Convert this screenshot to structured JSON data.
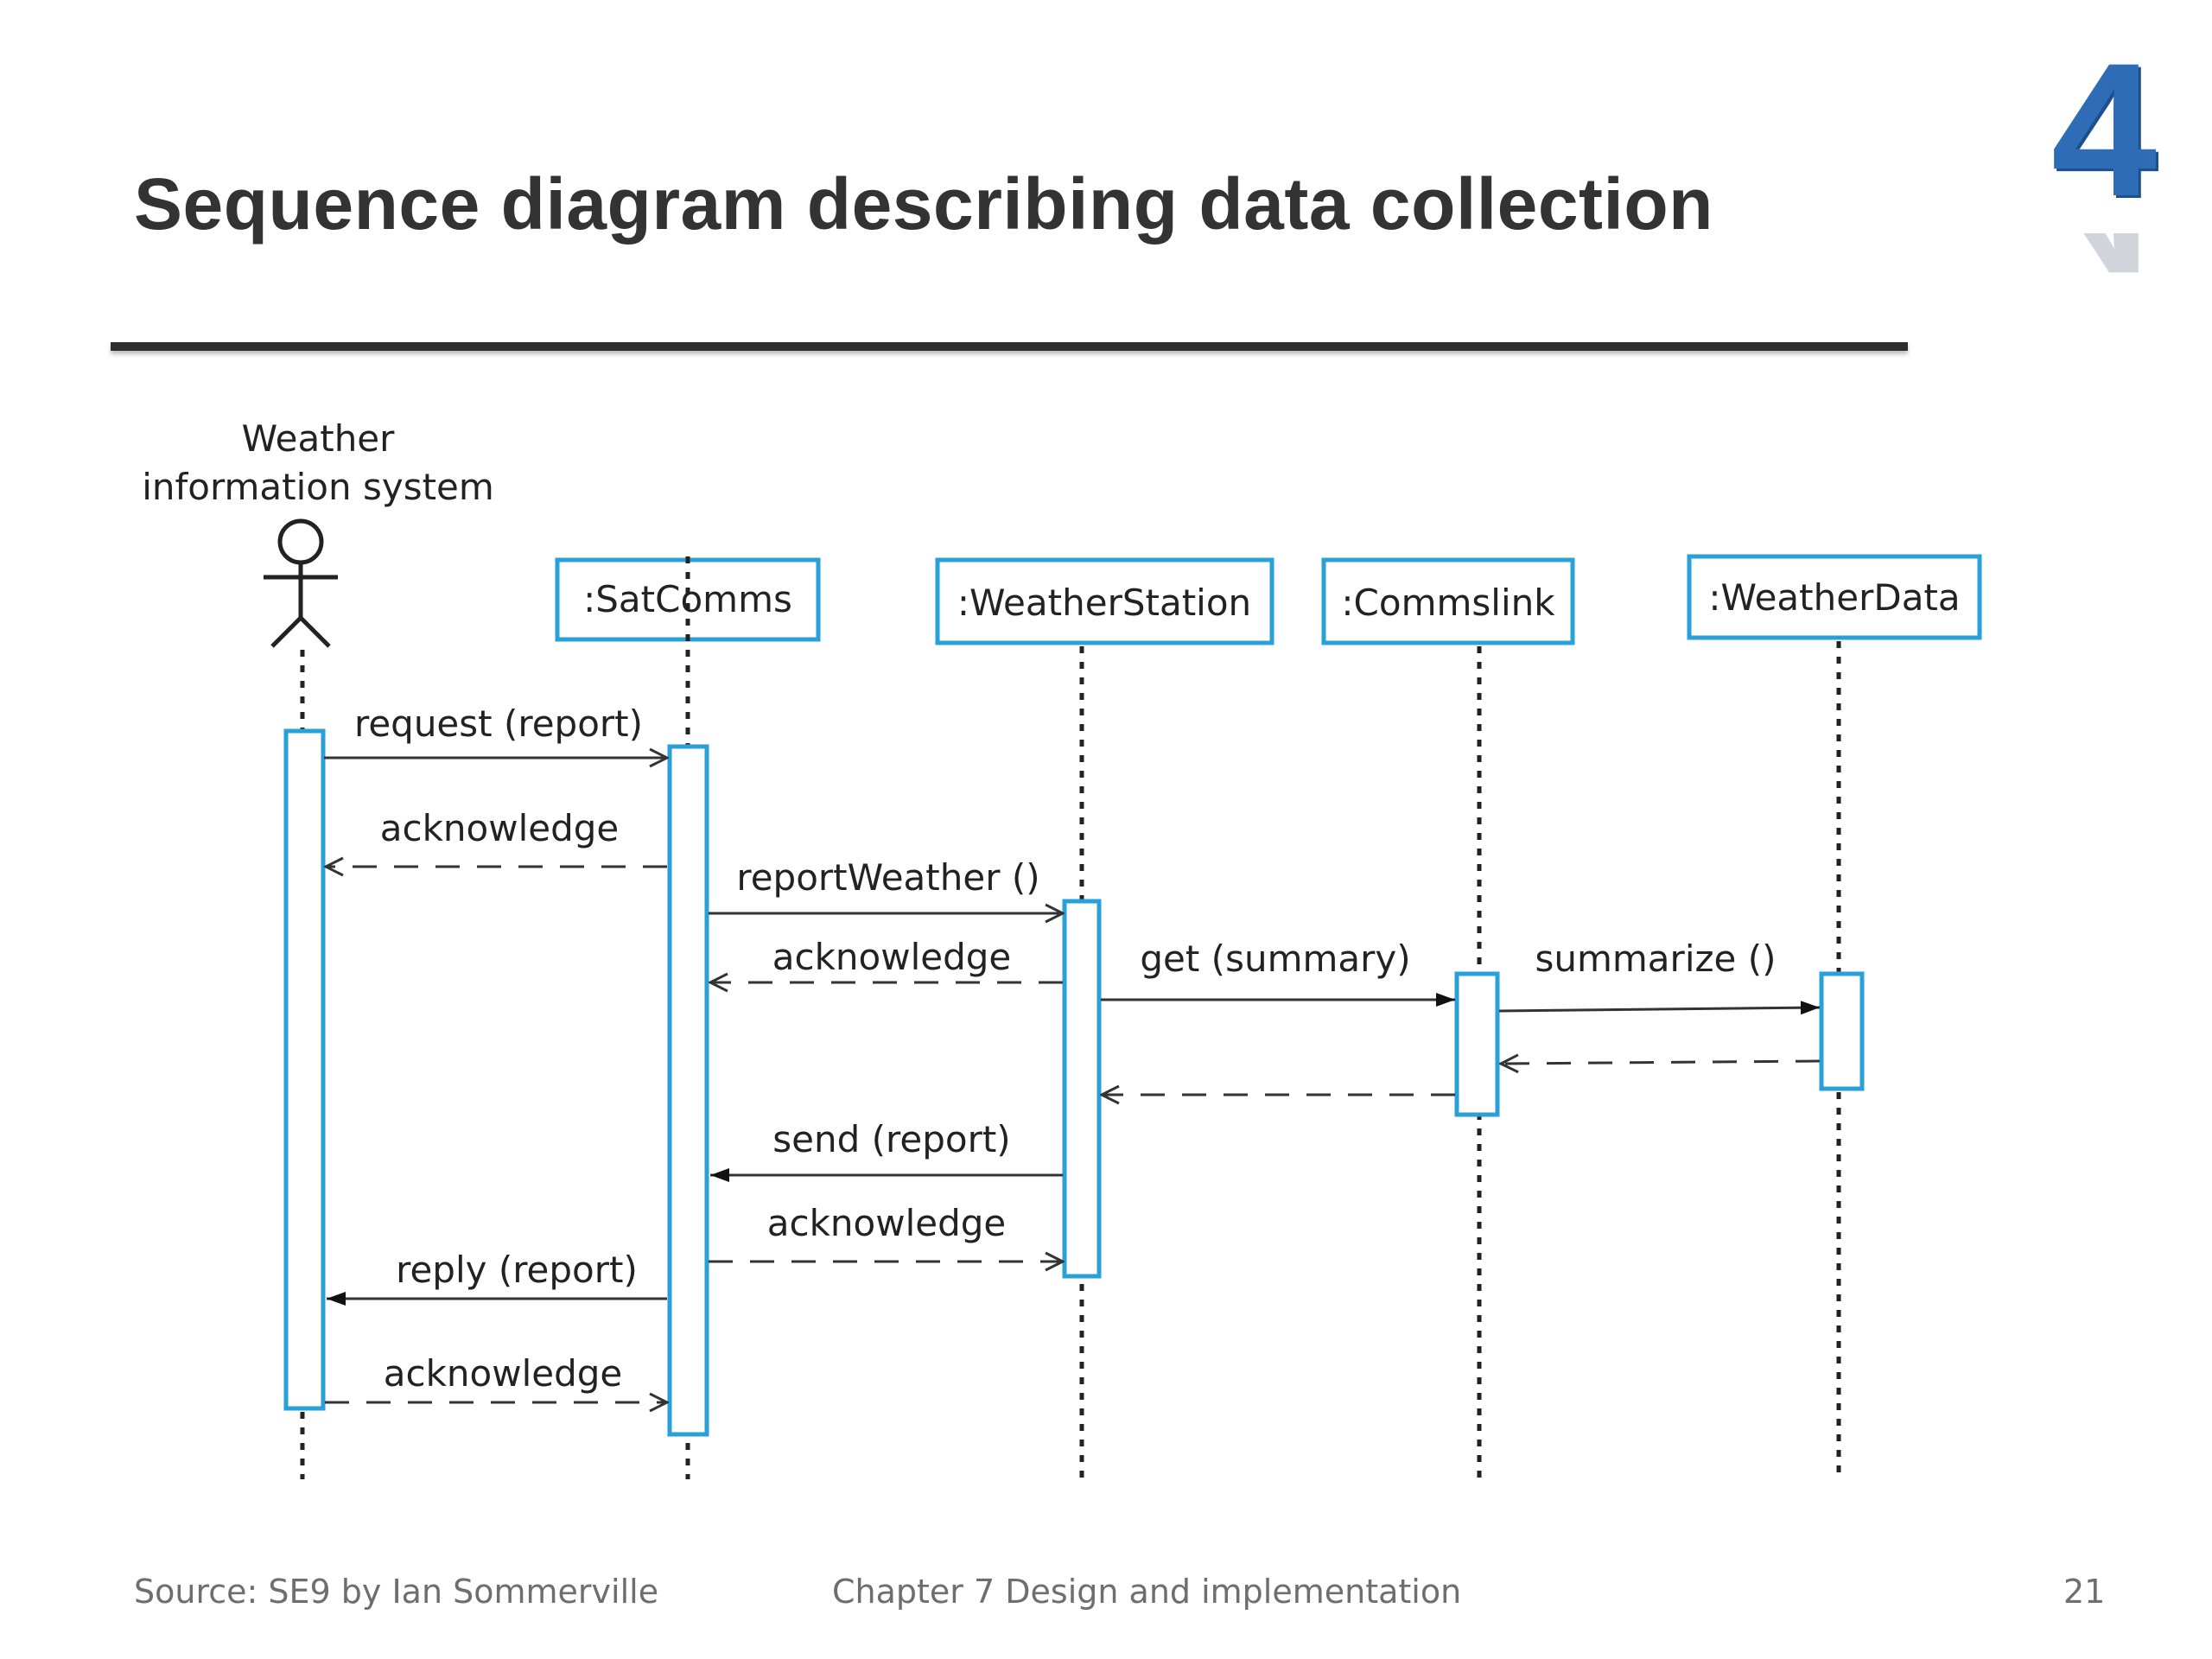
{
  "slide": {
    "title": "Sequence diagram describing data collection",
    "chapter_badge": "4"
  },
  "diagram": {
    "actor": {
      "label_line1": "Weather",
      "label_line2": "information system"
    },
    "objects": [
      ":SatComms",
      ":WeatherStation",
      ":Commslink",
      ":WeatherData"
    ],
    "messages": [
      {
        "label": "request (report)",
        "from": "Weather information system",
        "to": ":SatComms",
        "kind": "call"
      },
      {
        "label": "acknowledge",
        "from": ":SatComms",
        "to": "Weather information system",
        "kind": "return"
      },
      {
        "label": "reportWeather ()",
        "from": ":SatComms",
        "to": ":WeatherStation",
        "kind": "call"
      },
      {
        "label": "acknowledge",
        "from": ":WeatherStation",
        "to": ":SatComms",
        "kind": "return"
      },
      {
        "label": "get (summary)",
        "from": ":WeatherStation",
        "to": ":Commslink",
        "kind": "synchronous"
      },
      {
        "label": "summarize ()",
        "from": ":Commslink",
        "to": ":WeatherData",
        "kind": "synchronous"
      },
      {
        "label": "",
        "from": ":WeatherData",
        "to": ":Commslink",
        "kind": "return"
      },
      {
        "label": "",
        "from": ":Commslink",
        "to": ":WeatherStation",
        "kind": "return"
      },
      {
        "label": "send (report)",
        "from": ":WeatherStation",
        "to": ":SatComms",
        "kind": "synchronous"
      },
      {
        "label": "acknowledge",
        "from": ":SatComms",
        "to": ":WeatherStation",
        "kind": "return"
      },
      {
        "label": "reply (report)",
        "from": ":SatComms",
        "to": "Weather information system",
        "kind": "synchronous"
      },
      {
        "label": "acknowledge",
        "from": "Weather information system",
        "to": ":SatComms",
        "kind": "return"
      }
    ]
  },
  "footer": {
    "source": "Source: SE9 by Ian Sommerville",
    "chapter": "Chapter 7 Design and implementation",
    "page_number": "21"
  },
  "colors": {
    "title": "#333333",
    "accent_blue": "#29a0d8",
    "badge_blue": "#2e6db5",
    "footer_text": "#6e6e6e"
  }
}
